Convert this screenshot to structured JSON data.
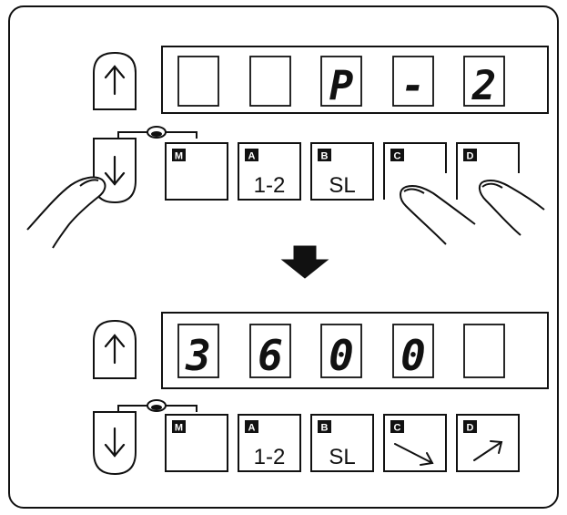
{
  "panels": [
    {
      "id": "before",
      "display": [
        "",
        "",
        "P",
        "-",
        "2"
      ],
      "keys": [
        {
          "badge": "M",
          "label": ""
        },
        {
          "badge": "A",
          "label": "1-2"
        },
        {
          "badge": "B",
          "label": "SL"
        },
        {
          "badge": "C",
          "label": ""
        },
        {
          "badge": "D",
          "label": ""
        }
      ],
      "pressed": [
        "down",
        "C",
        "D"
      ]
    },
    {
      "id": "after",
      "display": [
        "3",
        "6",
        "0",
        "0",
        ""
      ],
      "keys": [
        {
          "badge": "M",
          "label": ""
        },
        {
          "badge": "A",
          "label": "1-2"
        },
        {
          "badge": "B",
          "label": "SL"
        },
        {
          "badge": "C",
          "label": "",
          "icon": "arrow-down-right-icon"
        },
        {
          "badge": "D",
          "label": "",
          "icon": "arrow-up-right-icon"
        }
      ],
      "pressed": []
    }
  ],
  "arrow_icon": "down-arrow-icon"
}
